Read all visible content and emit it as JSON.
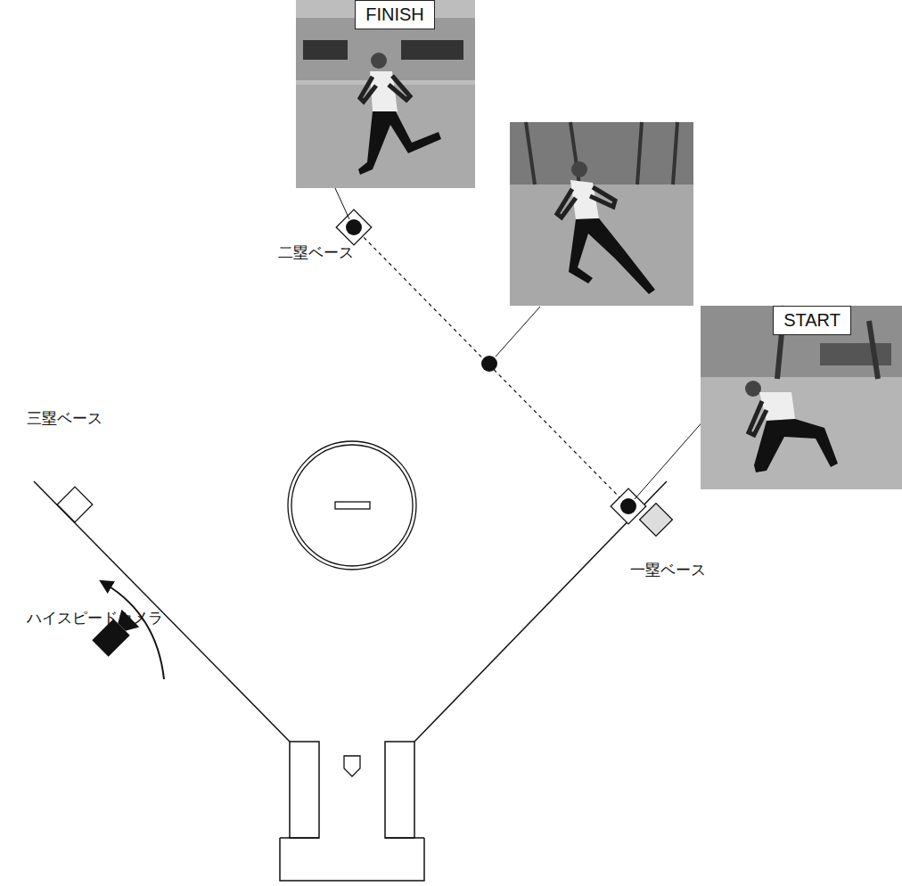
{
  "diagram": {
    "nodes": [
      {
        "text": [
          "FINISH"
        ]
      },
      {
        "text": [
          "START"
        ]
      }
    ],
    "labels": [
      "二塁ベース",
      "三塁ベース",
      "一塁ベース",
      "ハイスピードカメラ"
    ]
  }
}
